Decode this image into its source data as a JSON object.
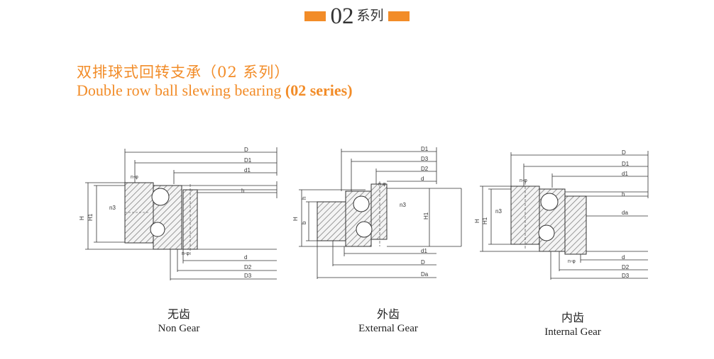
{
  "header": {
    "series_number": "02",
    "series_label": "系列",
    "accent_color": "#F28C28"
  },
  "title": {
    "cn": "双排球式回转支承（02 系列）",
    "en_prefix": "Double row ball slewing bearing ",
    "en_bold": "(02 series)"
  },
  "diagrams": [
    {
      "caption_cn": "无齿",
      "caption_en": "Non Gear",
      "dims": {
        "D": "D",
        "D1": "D1",
        "d1": "d1",
        "h": "h",
        "nphi": "n-φ",
        "n3": "n3",
        "H": "H",
        "H1": "H1",
        "d": "d",
        "D2": "D2",
        "D3": "D3"
      }
    },
    {
      "caption_cn": "外齿",
      "caption_en": "External Gear",
      "dims": {
        "D1": "D1",
        "D3": "D3",
        "D2": "D2",
        "d": "d",
        "nphi": "n-φ",
        "n3": "n3",
        "h": "h",
        "H": "H",
        "b": "b",
        "H1": "H1",
        "d1": "d1",
        "D": "D",
        "Da": "Da"
      }
    },
    {
      "caption_cn": "内齿",
      "caption_en": "Internal Gear",
      "dims": {
        "D": "D",
        "D1": "D1",
        "d1": "d1",
        "h": "h",
        "nphi": "n-φ",
        "n3": "n3",
        "H": "H",
        "H1": "H1",
        "da": "da",
        "d": "d",
        "D2": "D2",
        "D3": "D3"
      }
    }
  ]
}
